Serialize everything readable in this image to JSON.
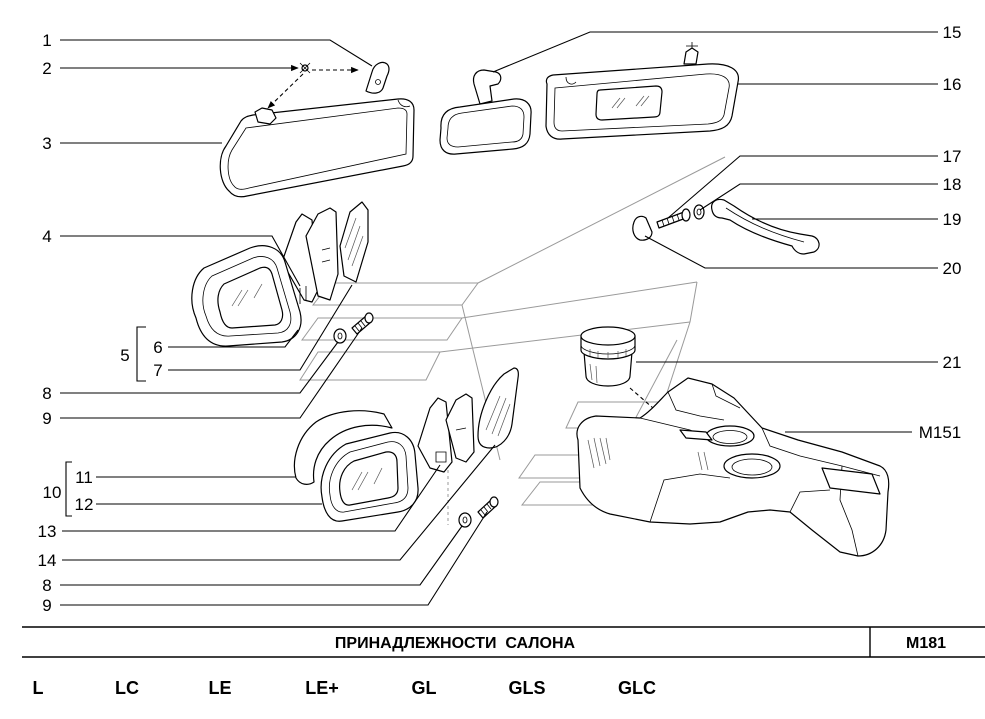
{
  "callouts": {
    "left_column": [
      "1",
      "2",
      "3",
      "4",
      "8",
      "9",
      "13",
      "14",
      "8",
      "9"
    ],
    "group_5": {
      "label": "5",
      "items": [
        "6",
        "7"
      ]
    },
    "group_10": {
      "label": "10",
      "items": [
        "11",
        "12"
      ]
    },
    "right_column": [
      "15",
      "16",
      "17",
      "18",
      "19",
      "20",
      "21",
      "M151"
    ]
  },
  "title_block": {
    "title": "ПРИНАДЛЕЖНОСТИ  САЛОНА",
    "code": "M181"
  },
  "trim_levels": [
    "L",
    "LC",
    "LE",
    "LE+",
    "GL",
    "GLS",
    "GLC"
  ],
  "colors": {
    "line": "#000000",
    "guide": "#9a9a9a",
    "background": "#ffffff"
  }
}
